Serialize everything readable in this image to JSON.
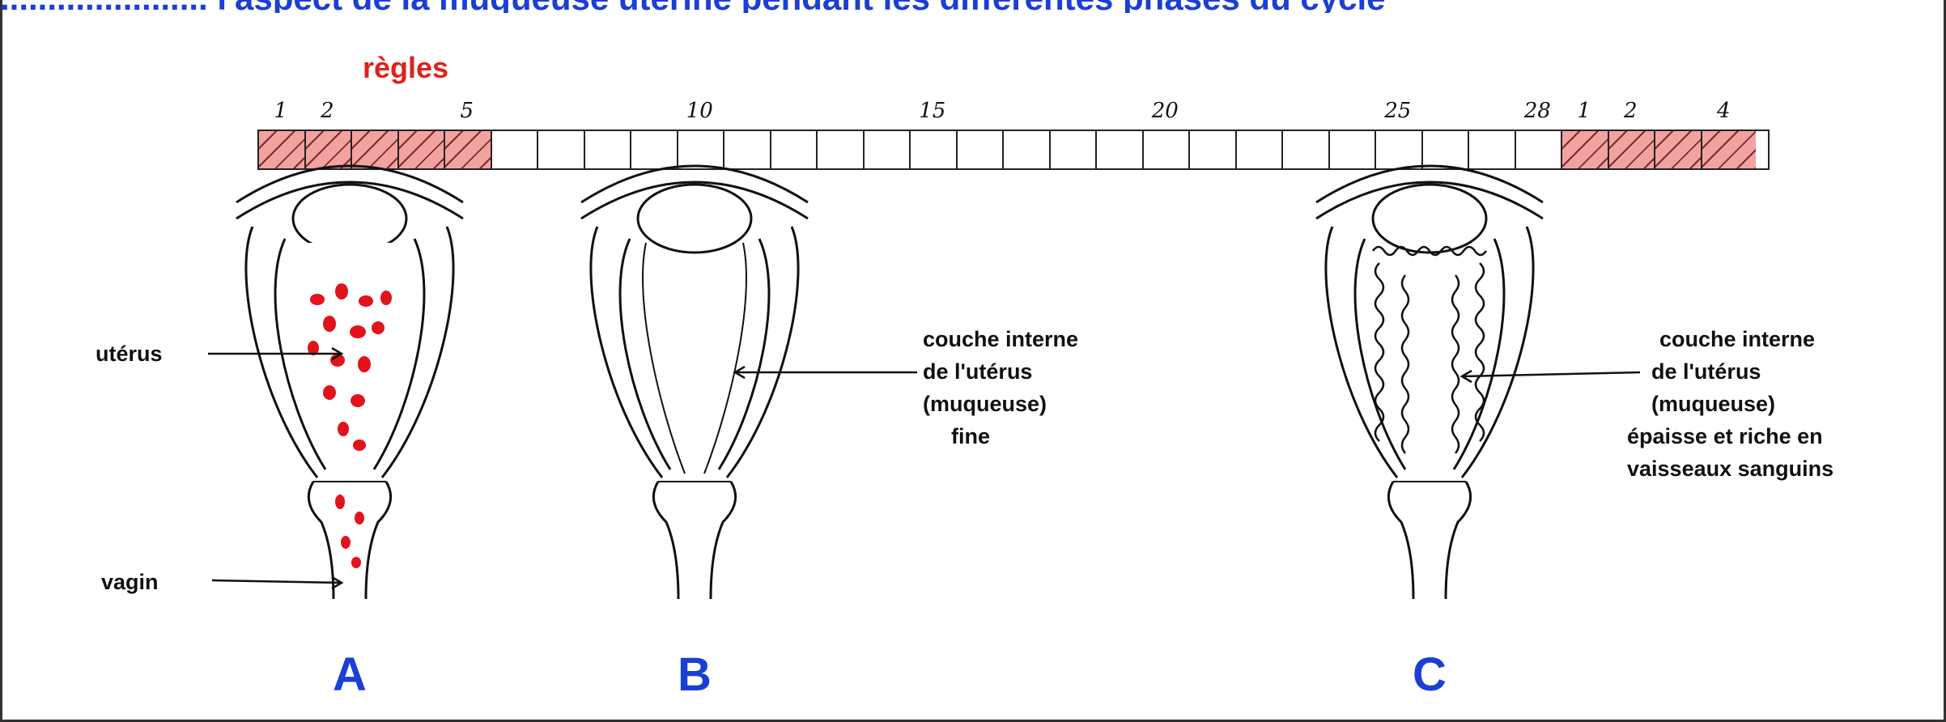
{
  "header": {
    "title_fragment": "...................... l'aspect de la muqueuse utérine pendant les différentes phases du cycle"
  },
  "timeline": {
    "period_label": "règles",
    "day_markers": [
      "1",
      "2",
      "5",
      "10",
      "15",
      "20",
      "25",
      "28",
      "1",
      "2",
      "4"
    ],
    "period_days_start": 5,
    "period_days_next_cycle": 4,
    "cycle_length": 28
  },
  "diagrams": [
    {
      "letter": "A",
      "labels": [
        "utérus",
        "vagin"
      ]
    },
    {
      "letter": "B",
      "labels": [
        "couche interne",
        "de l'utérus",
        "(muqueuse)",
        "fine"
      ]
    },
    {
      "letter": "C",
      "labels": [
        "couche interne",
        "de l'utérus",
        "(muqueuse)",
        "épaisse et riche en",
        "vaisseaux sanguins"
      ]
    }
  ],
  "colors": {
    "title_blue": "#1a3fd6",
    "period_red": "#e0211b",
    "period_fill": "#f2a3a0",
    "blood": "#e3131b"
  }
}
